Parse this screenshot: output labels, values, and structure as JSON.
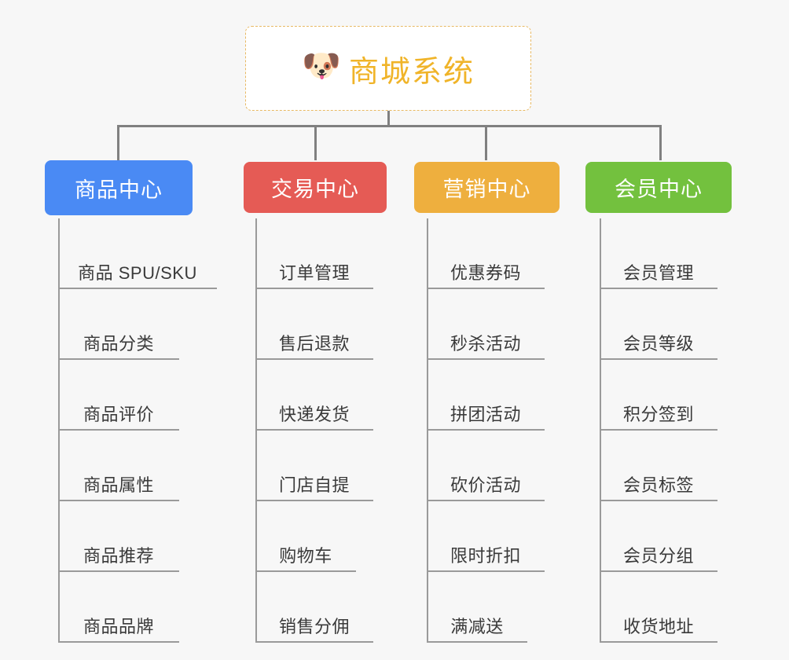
{
  "diagram": {
    "type": "mindmap-tree",
    "background_color": "#f7f7f7",
    "connector_color": "#808080",
    "leaf_line_color": "#9a9a9a",
    "root": {
      "icon": "shiba-dog-face-emoji",
      "icon_glyph": "🐶",
      "title": "商城系统",
      "text_color": "#f0b429",
      "border_color": "#e8b964",
      "background_color": "#ffffff"
    },
    "categories": [
      {
        "label": "商品中心",
        "color": "#4a8af4",
        "items": [
          "商品 SPU/SKU",
          "商品分类",
          "商品评价",
          "商品属性",
          "商品推荐",
          "商品品牌"
        ]
      },
      {
        "label": "交易中心",
        "color": "#e55b55",
        "items": [
          "订单管理",
          "售后退款",
          "快递发货",
          "门店自提",
          "购物车",
          "销售分佣"
        ]
      },
      {
        "label": "营销中心",
        "color": "#eeaf3e",
        "items": [
          "优惠券码",
          "秒杀活动",
          "拼团活动",
          "砍价活动",
          "限时折扣",
          "满减送"
        ]
      },
      {
        "label": "会员中心",
        "color": "#73c13e",
        "items": [
          "会员管理",
          "会员等级",
          "积分签到",
          "会员标签",
          "会员分组",
          "收货地址"
        ]
      }
    ]
  }
}
